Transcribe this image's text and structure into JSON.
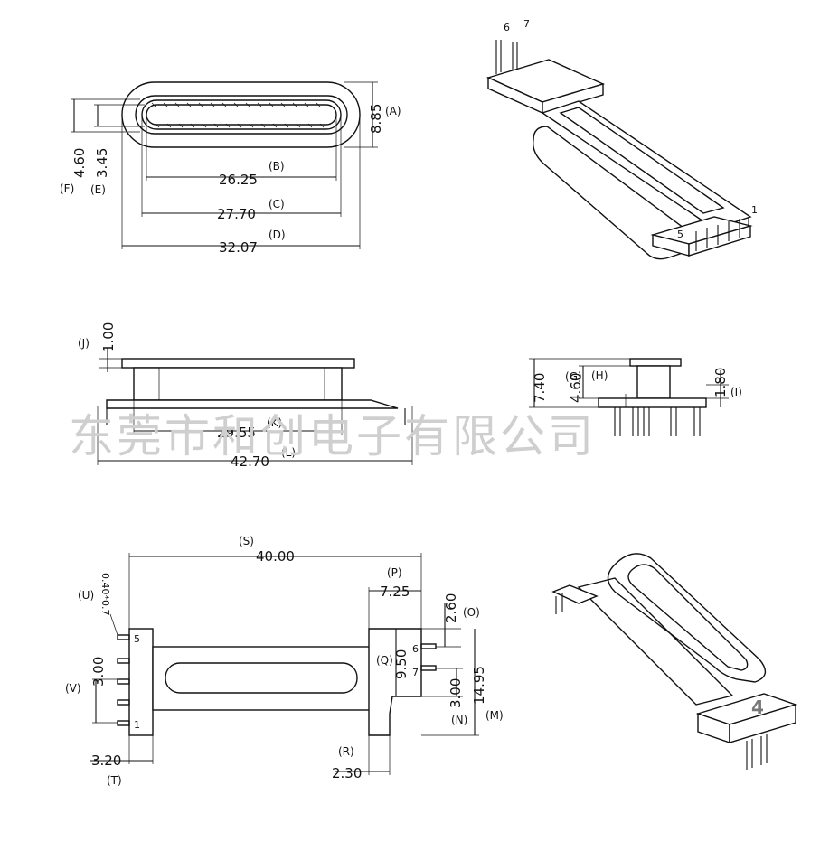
{
  "watermark": "东莞市和创电子有限公司",
  "top_view": {
    "dims": {
      "A": "8.85",
      "B": "26.25",
      "C": "27.70",
      "D": "32.07",
      "E": "3.45",
      "F": "4.60"
    },
    "labels": {
      "A": "(A)",
      "B": "(B)",
      "C": "(C)",
      "D": "(D)",
      "E": "(E)",
      "F": "(F)"
    }
  },
  "side_view": {
    "dims": {
      "J": "1.00",
      "K": "29.55",
      "L": "42.70"
    },
    "labels": {
      "J": "(J)",
      "K": "(K)",
      "L": "(L)"
    }
  },
  "end_view": {
    "dims": {
      "G": "7.40",
      "H": "4.60",
      "I": "1.80"
    },
    "labels": {
      "G": "(G)",
      "H": "(H)",
      "I": "(I)"
    }
  },
  "bottom_view": {
    "dims": {
      "S": "40.00",
      "P": "7.25",
      "O": "2.60",
      "Q": "9.50",
      "N": "3.00",
      "M": "14.95",
      "R": "2.30",
      "T": "3.20",
      "V": "3.00",
      "U": "0.40*0.7"
    },
    "labels": {
      "S": "(S)",
      "P": "(P)",
      "O": "(O)",
      "Q": "(Q)",
      "N": "(N)",
      "M": "(M)",
      "R": "(R)",
      "T": "(T)",
      "V": "(V)",
      "U": "(U)"
    },
    "pins": {
      "p5": "5",
      "p1": "1",
      "p6": "6",
      "p7": "7"
    }
  },
  "iso_top": {
    "pins": {
      "p6": "6",
      "p7": "7",
      "p5": "5",
      "p1": "1"
    }
  },
  "iso_bottom": {
    "pins": {
      "p4": "4"
    }
  }
}
